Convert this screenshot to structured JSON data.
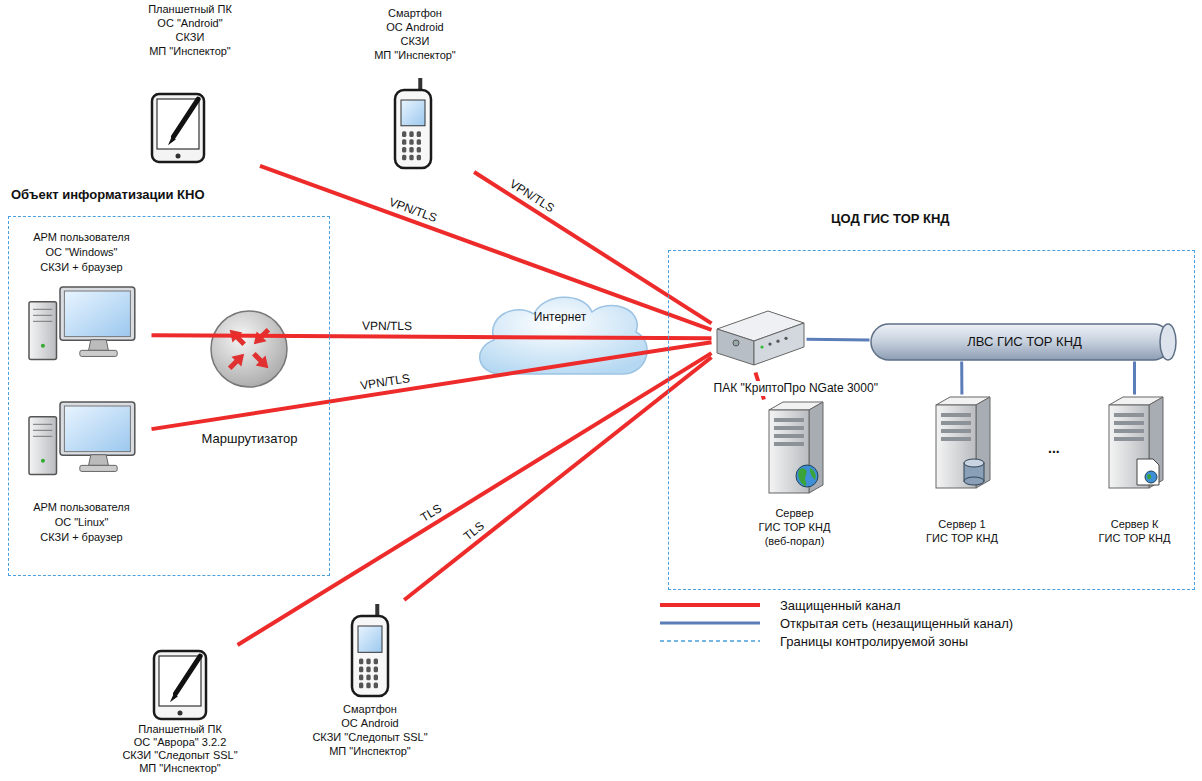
{
  "diagram": {
    "nodes": [
      {
        "text": [
          "Планшетный ПК",
          "ОС \"Android\"",
          "СКЗИ",
          "МП \"Инспектор\""
        ]
      },
      {
        "text": [
          "Смартфон",
          "ОС Android",
          "СКЗИ",
          "МП \"Инспектор\""
        ]
      },
      {
        "text": [
          "Объект информатизации КНО"
        ]
      },
      {
        "text": [
          "АРМ пользователя",
          "ОС \"Windows\"",
          "СКЗИ + браузер"
        ],
        "in": 2
      },
      {
        "text": [
          "Маршрутизатор"
        ],
        "in": 2
      },
      {
        "text": [
          "АРМ пользователя",
          "ОС \"Linux\"",
          "СКЗИ + браузер"
        ],
        "in": 2
      },
      {
        "text": [
          "Интернет"
        ]
      },
      {
        "text": [
          "ЦОД ГИС ТОР КНД"
        ]
      },
      {
        "text": [
          "ПАК \"КриптоПро NGate 3000\""
        ],
        "in": 7
      },
      {
        "text": [
          "ЛВС ГИС ТОР КНД"
        ],
        "in": 7
      },
      {
        "text": [
          "Сервер",
          "ГИС ТОР КНД",
          "(веб-порал)"
        ],
        "in": 7
      },
      {
        "text": [
          "Сервер 1",
          "ГИС ТОР КНД"
        ],
        "in": 7
      },
      {
        "text": [
          "Сервер К",
          "ГИС ТОР КНД"
        ],
        "in": 7
      },
      {
        "text": [
          "Планшетный ПК",
          "ОС \"Аврора\" 3.2.2",
          "СКЗИ \"Следопыт SSL\"",
          "МП \"Инспектор\""
        ]
      },
      {
        "text": [
          "Смартфон",
          "ОС Android",
          "СКЗИ \"Следопыт SSL\"",
          "МП \"Инспектор\""
        ]
      }
    ],
    "edges": [
      {
        "from": 0,
        "to": 8,
        "label": "VPN/TLS",
        "arrow": "none"
      },
      {
        "from": 1,
        "to": 8,
        "label": "VPN/TLS",
        "arrow": "none"
      },
      {
        "from": 3,
        "to": 8,
        "label": "VPN/TLS",
        "arrow": "none"
      },
      {
        "from": 5,
        "to": 8,
        "label": "VPN/TLS",
        "arrow": "none"
      },
      {
        "from": 13,
        "to": 8,
        "label": "TLS",
        "arrow": "none"
      },
      {
        "from": 14,
        "to": 8,
        "label": "TLS",
        "arrow": "none"
      },
      {
        "from": 8,
        "to": 9,
        "arrow": "none"
      },
      {
        "from": 8,
        "to": 10,
        "arrow": "none"
      },
      {
        "from": 9,
        "to": 11,
        "arrow": "none"
      },
      {
        "from": 9,
        "to": 12,
        "arrow": "none"
      }
    ],
    "labels": [
      "..."
    ],
    "legend": [
      {
        "text": "Защищенный канал"
      },
      {
        "text": "Открытая сеть (незащищенный канал)"
      },
      {
        "text": "Границы контролируемой зоны"
      }
    ]
  }
}
